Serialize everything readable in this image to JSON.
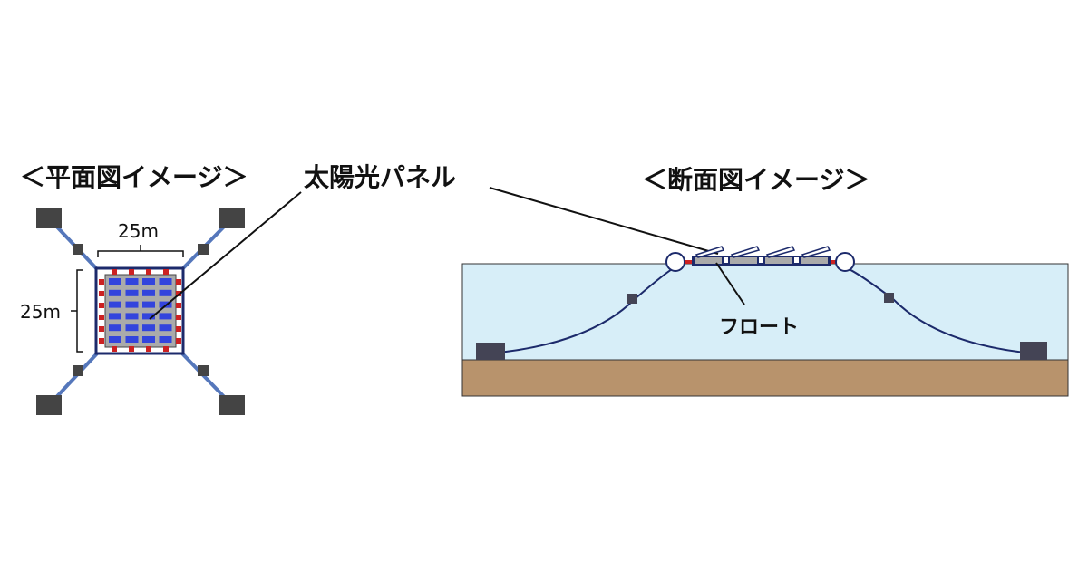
{
  "plan": {
    "title": "＜平面図イメージ＞",
    "width_label": "25m",
    "height_label": "25m"
  },
  "section": {
    "title": "＜断面図イメージ＞",
    "float_label": "フロート"
  },
  "panel_label": "太陽光パネル",
  "colors": {
    "water": "#d7eef8",
    "seabed": "#b8936c",
    "frame": "#1c2a6b",
    "panel": "#3344dd",
    "float_red": "#cc2222",
    "anchor": "#444444",
    "mooring": "#5577bb"
  }
}
